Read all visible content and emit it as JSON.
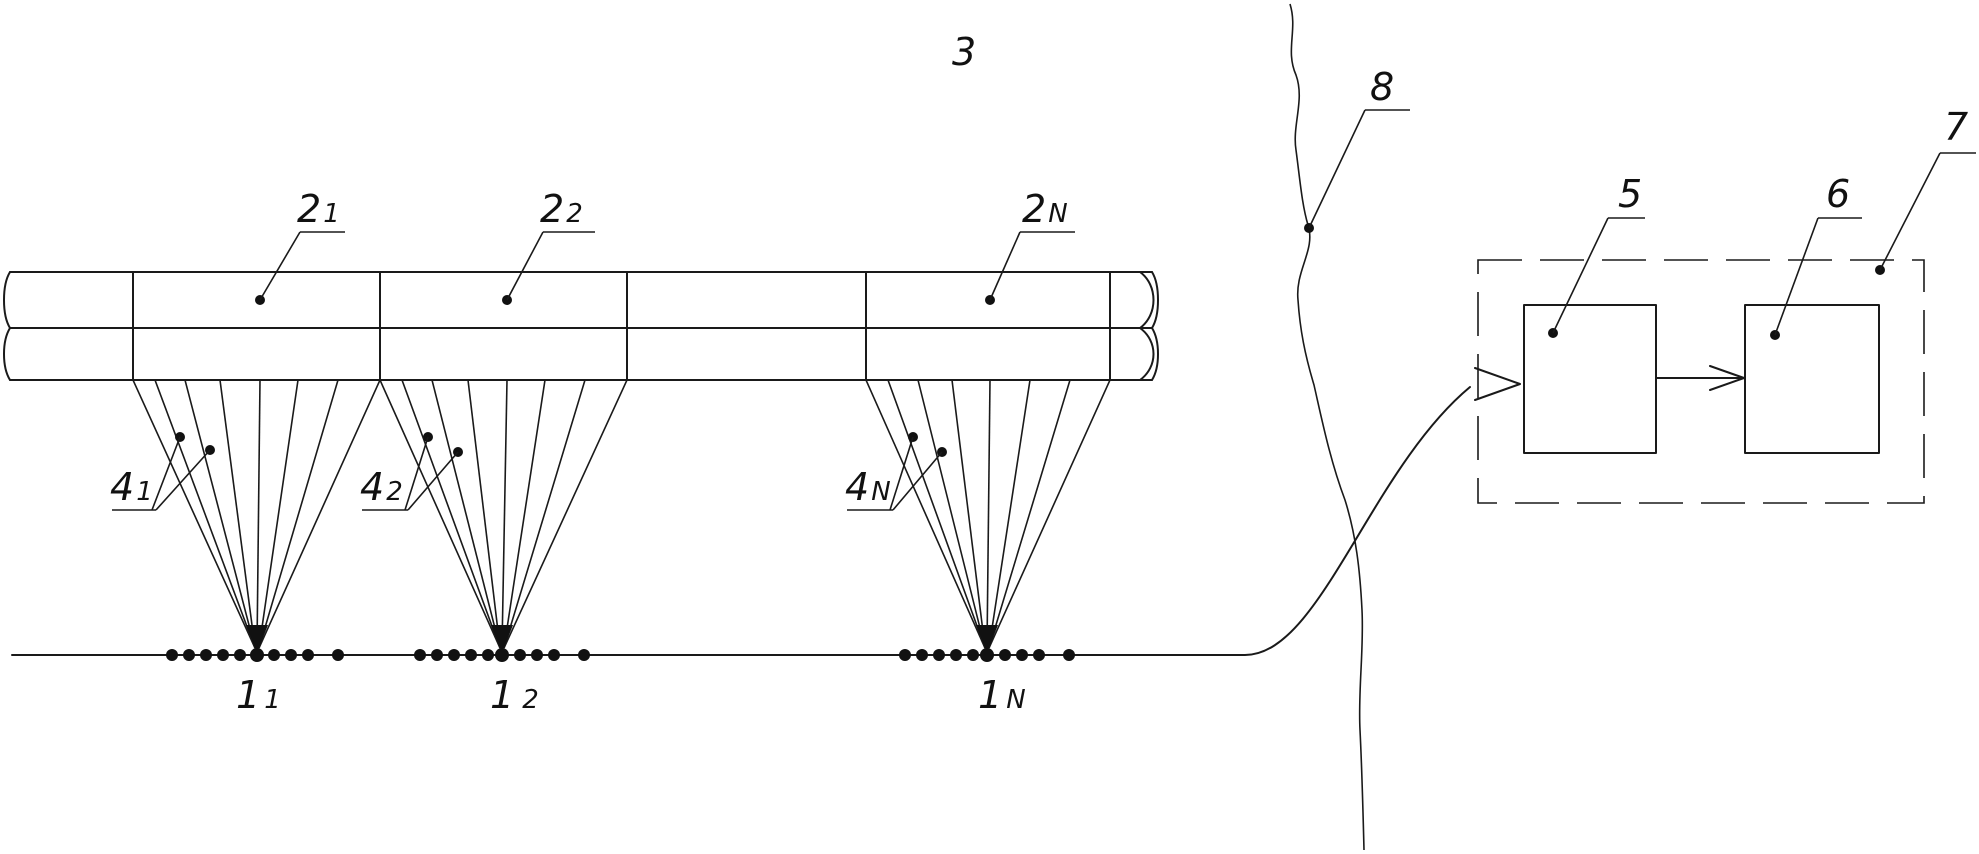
{
  "figure": {
    "region_label": "3",
    "boundary_label": "8",
    "pipe_sections": [
      {
        "main": "2",
        "sub": "1"
      },
      {
        "main": "2",
        "sub": "2"
      },
      {
        "main": "2",
        "sub": "N"
      }
    ],
    "ray_groups": [
      {
        "main": "4",
        "sub": "1"
      },
      {
        "main": "4",
        "sub": "2"
      },
      {
        "main": "4",
        "sub": "N"
      }
    ],
    "sensors": [
      {
        "main": "1",
        "sub": "1"
      },
      {
        "main": "1",
        "sub": "2"
      },
      {
        "main": "1",
        "sub": "N"
      }
    ],
    "block_a_label": "5",
    "block_b_label": "6",
    "enclosure_label": "7"
  },
  "colors": {
    "ink": "#1a1a1a",
    "background": "#ffffff"
  }
}
